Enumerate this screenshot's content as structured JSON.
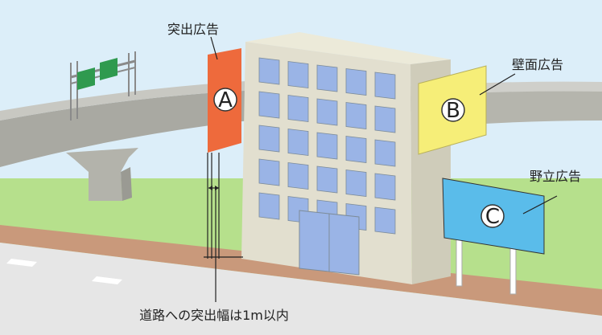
{
  "labels": {
    "projecting_sign": "突出広告",
    "wall_sign": "壁面広告",
    "freestanding_sign": "野立広告",
    "projection_limit": "道路への突出幅は1m以内"
  },
  "markers": {
    "a": "A",
    "b": "B",
    "c": "C"
  },
  "colors": {
    "sky": "#dceef9",
    "grass": "#b6e08c",
    "sidewalk": "#c9997b",
    "road": "#e6e6e6",
    "overpass": "#b5b5ad",
    "building_front": "#e2dfcf",
    "building_side": "#cfccba",
    "window": "#9ab4e6",
    "sign_a": "#ee6a3c",
    "sign_b": "#f6ee78",
    "sign_c": "#5abcea",
    "highway_sign": "#2f9a4f"
  }
}
